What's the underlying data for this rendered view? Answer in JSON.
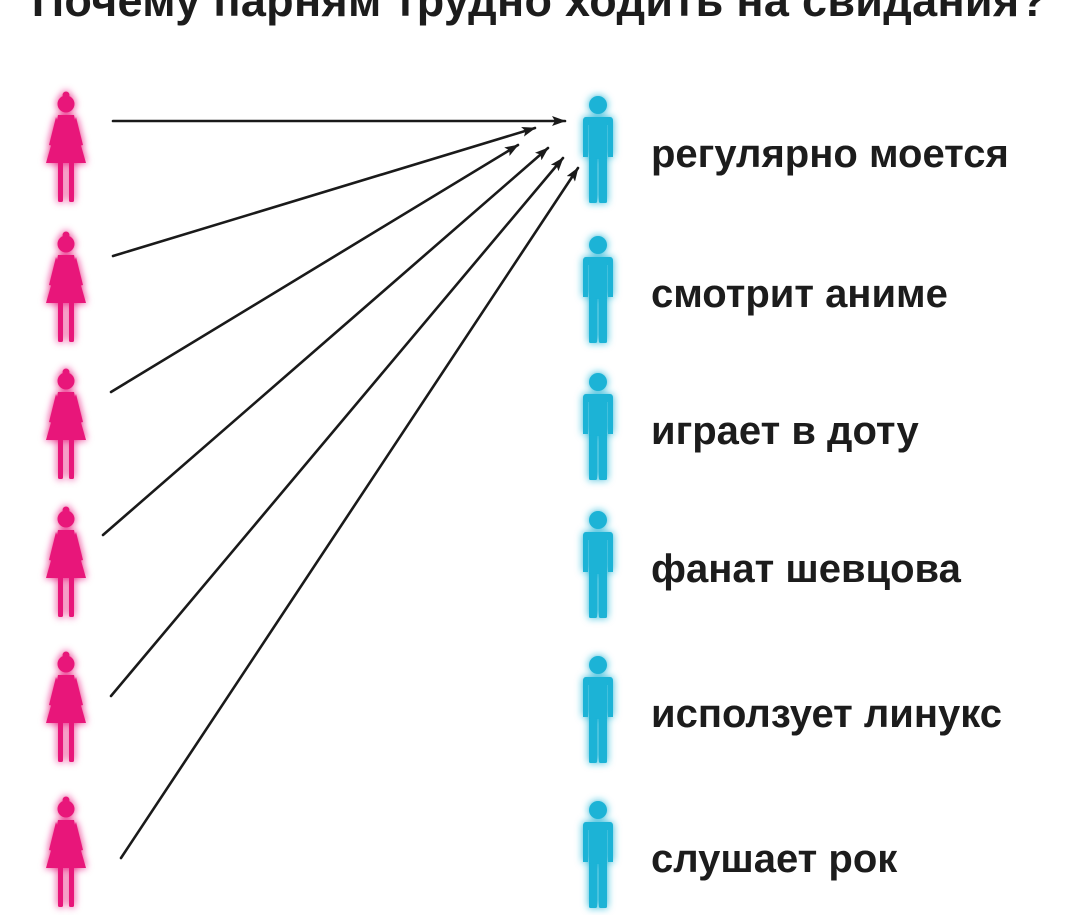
{
  "title": "Почему парням трудно ходить на свидания?",
  "colors": {
    "woman": "#e8197a",
    "man": "#1ab3d6",
    "arrow": "#1a1a1a",
    "text": "#1c1c1c"
  },
  "women": [
    {
      "name": "woman-1"
    },
    {
      "name": "woman-2"
    },
    {
      "name": "woman-3"
    },
    {
      "name": "woman-4"
    },
    {
      "name": "woman-5"
    },
    {
      "name": "woman-6"
    }
  ],
  "men": [
    {
      "label": "регулярно моется"
    },
    {
      "label": "смотрит аниме"
    },
    {
      "label": "играет в доту"
    },
    {
      "label": "фанат шевцова"
    },
    {
      "label": "исползует линукс"
    },
    {
      "label": "слушает рок"
    }
  ],
  "arrows": [
    {
      "from": 0,
      "to": 0
    },
    {
      "from": 1,
      "to": 0
    },
    {
      "from": 2,
      "to": 0
    },
    {
      "from": 3,
      "to": 0
    },
    {
      "from": 4,
      "to": 0
    },
    {
      "from": 5,
      "to": 0
    }
  ]
}
